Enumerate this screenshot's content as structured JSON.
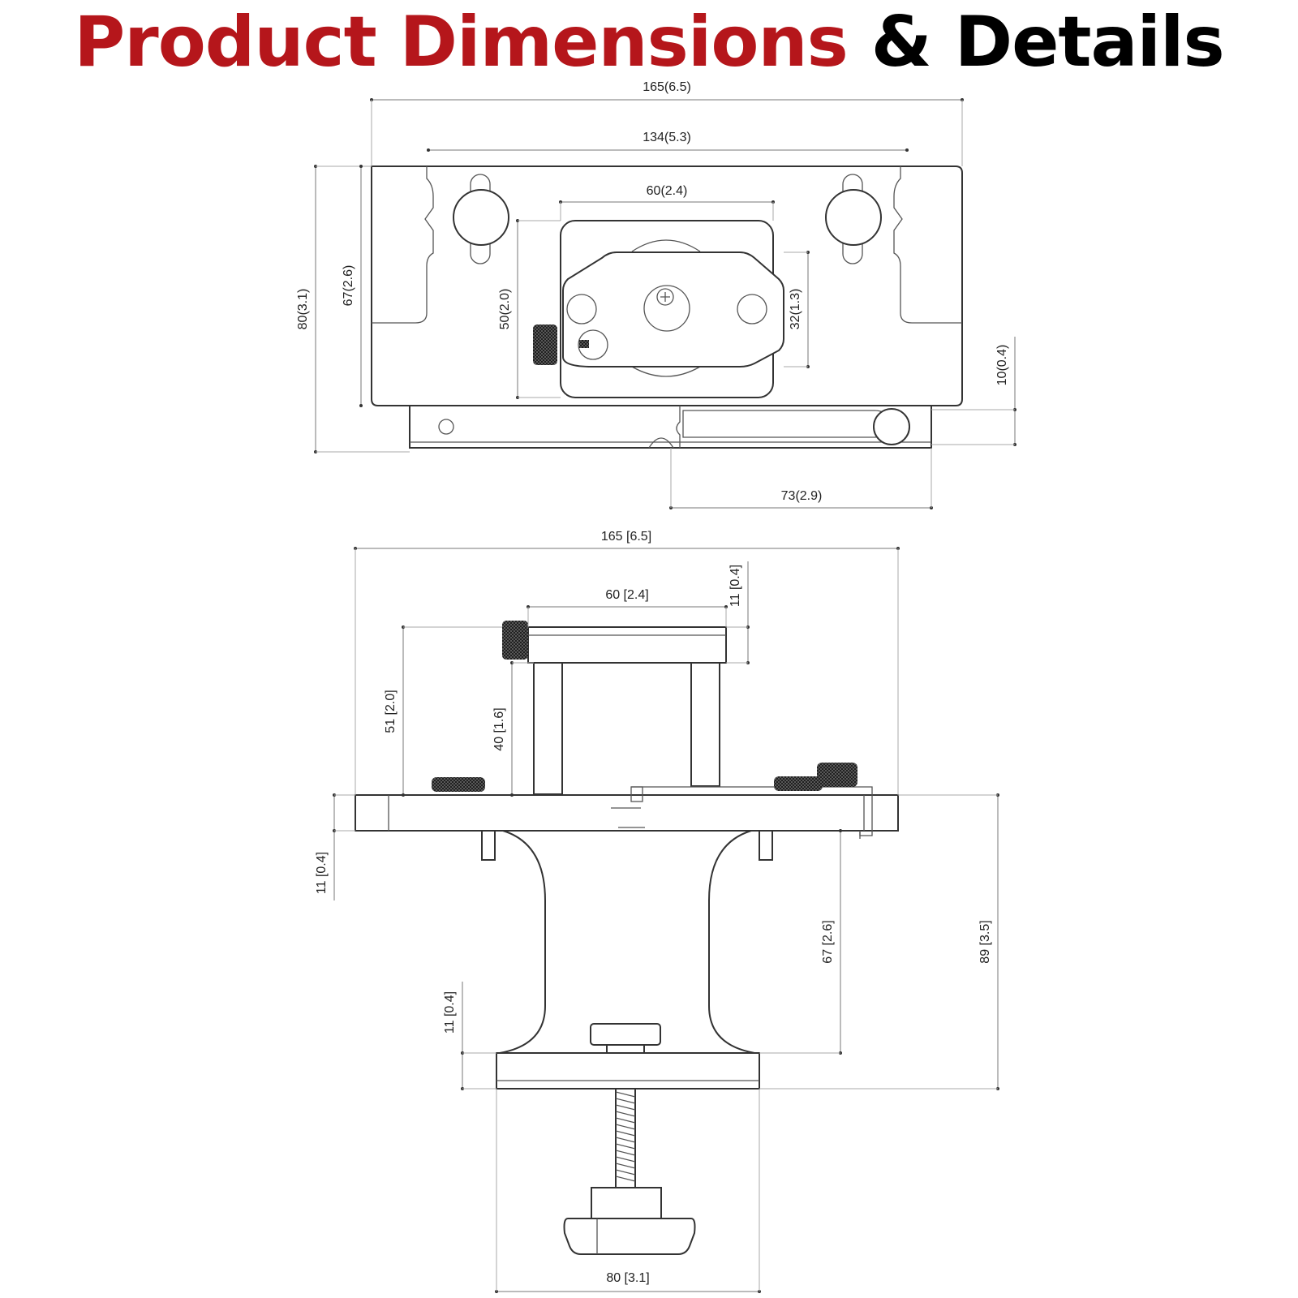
{
  "title": {
    "part1": "Product Dimensions",
    "part2": "& Details"
  },
  "colors": {
    "title_accent": "#b5161b",
    "title_main": "#000000",
    "line": "#333333"
  },
  "top_view": {
    "overall_width": "165(6.5)",
    "slot_spacing": "134(5.3)",
    "clamp_width": "60(2.4)",
    "overall_height": "80(3.1)",
    "body_height": "67(2.6)",
    "clamp_height": "50(2.0)",
    "plate_height": "32(1.3)",
    "rail_height": "10(0.4)",
    "rail_extension": "73(2.9)"
  },
  "side_view": {
    "overall_width": "165 [6.5]",
    "top_plate_width": "60 [2.4]",
    "top_plate_thickness": "11 [0.4]",
    "riser_total": "51 [2.0]",
    "riser_height": "40 [1.6]",
    "base_thickness": "11 [0.4]",
    "lower_thickness": "11 [0.4]",
    "throat_height": "67 [2.6]",
    "overall_height": "89 [3.5]",
    "foot_width": "80 [3.1]"
  }
}
